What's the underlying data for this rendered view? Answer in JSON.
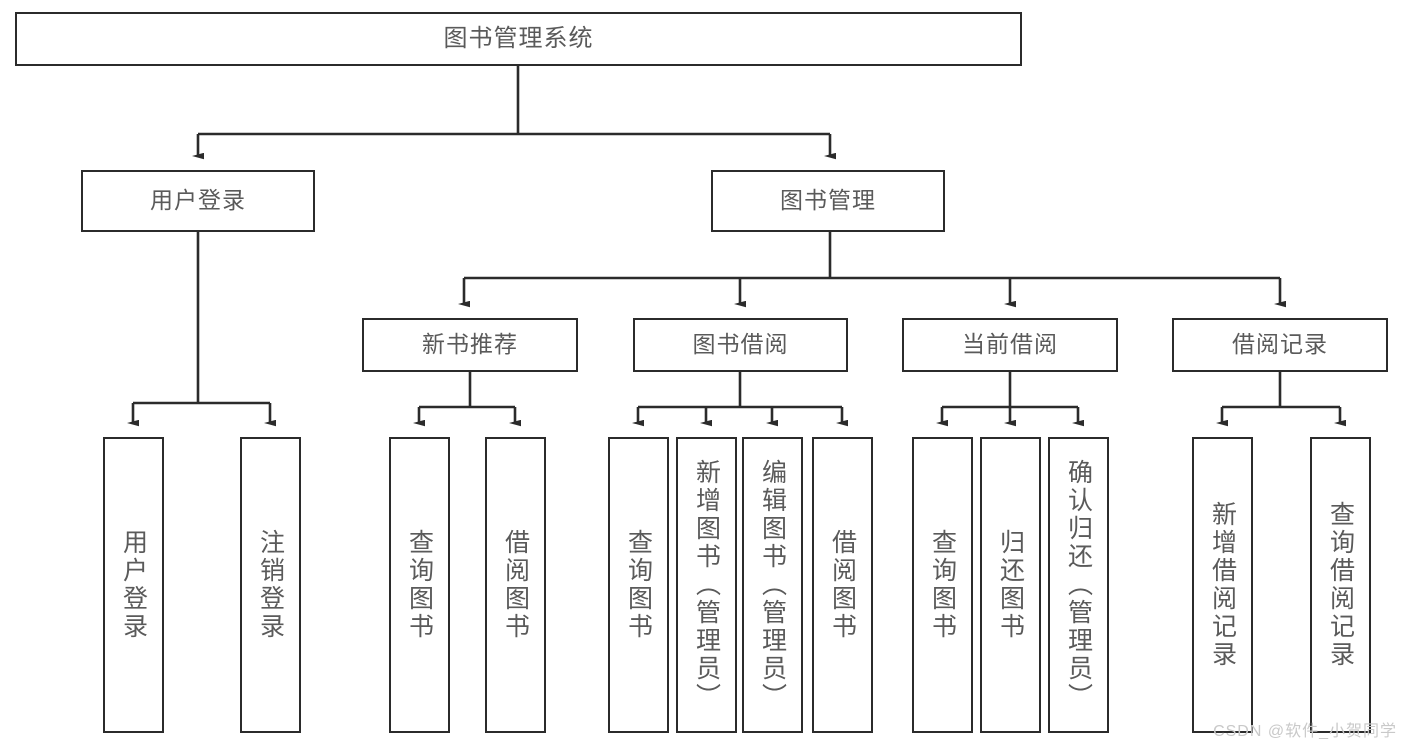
{
  "diagram": {
    "title": "图书管理系统",
    "watermark": "CSDN @软件_小贺同学",
    "colors": {
      "box_border": "#2b2b2b",
      "box_fill": "#ffffff",
      "text": "#5a5a5a",
      "connector": "#2b2b2b",
      "watermark": "#c9c9c9",
      "background": "#ffffff"
    },
    "root": {
      "label": "图书管理系统"
    },
    "level2": [
      {
        "label": "用户登录"
      },
      {
        "label": "图书管理"
      }
    ],
    "level3": [
      {
        "label": "新书推荐"
      },
      {
        "label": "图书借阅"
      },
      {
        "label": "当前借阅"
      },
      {
        "label": "借阅记录"
      }
    ],
    "leaves": {
      "user_login": [
        {
          "label": "用户登录"
        },
        {
          "label": "注销登录"
        }
      ],
      "new_book": [
        {
          "label": "查询图书"
        },
        {
          "label": "借阅图书"
        }
      ],
      "borrow": [
        {
          "label": "查询图书"
        },
        {
          "label": "新增图书（管理员）"
        },
        {
          "label": "编辑图书（管理员）"
        },
        {
          "label": "借阅图书"
        }
      ],
      "current": [
        {
          "label": "查询图书"
        },
        {
          "label": "归还图书"
        },
        {
          "label": "确认归还（管理员）"
        }
      ],
      "records": [
        {
          "label": "新增借阅记录"
        },
        {
          "label": "查询借阅记录"
        }
      ]
    }
  }
}
